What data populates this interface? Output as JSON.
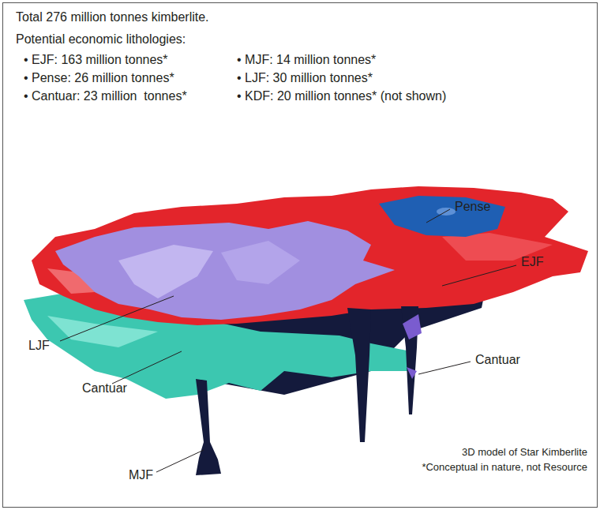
{
  "diagram": {
    "title": "Total 276 million tonnes kimberlite.",
    "caption": "3D model of Star Kimberlite",
    "labels": [
      "Potential economic lithologies:",
      "• EJF: 163 million tonnes*",
      "• Pense: 26 million tonnes*",
      "• Cantuar: 23 million  tonnes*",
      "• MJF: 14 million tonnes*",
      "• LJF: 30 million tonnes*",
      "• KDF: 20 million tonnes* (not shown)",
      "Pense",
      "EJF",
      "LJF",
      "Cantuar",
      "Cantuar",
      "MJF",
      "*Conceptual in nature, not Resource"
    ]
  }
}
